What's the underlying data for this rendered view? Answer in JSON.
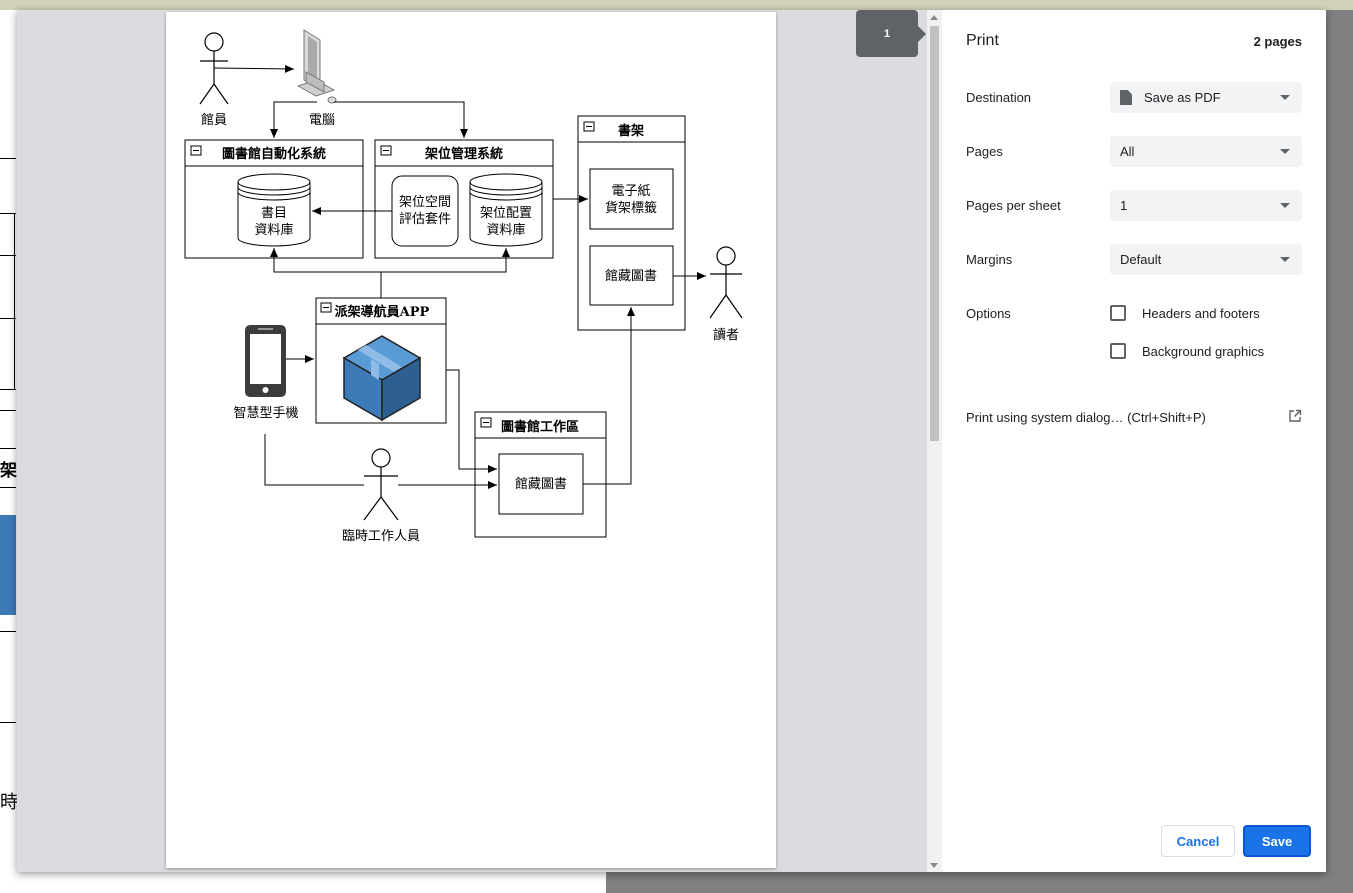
{
  "print": {
    "title": "Print",
    "page_count": "2 pages",
    "page_badge": "1",
    "destination": {
      "label": "Destination",
      "value": "Save as PDF"
    },
    "pages": {
      "label": "Pages",
      "value": "All"
    },
    "pages_per_sheet": {
      "label": "Pages per sheet",
      "value": "1"
    },
    "margins": {
      "label": "Margins",
      "value": "Default"
    },
    "options": {
      "label": "Options",
      "headers_footers": {
        "label": "Headers and footers",
        "checked": false
      },
      "background_graphics": {
        "label": "Background graphics",
        "checked": false
      }
    },
    "system_dialog": "Print using system dialog… (Ctrl+Shift+P)",
    "cancel": "Cancel",
    "save": "Save"
  },
  "diagram": {
    "librarian": "館員",
    "computer": "電腦",
    "library_system": "圖書館自動化系統",
    "book_db_1": "書目",
    "book_db_2": "資料庫",
    "shelf_mgmt": "架位管理系統",
    "shelf_space_1": "架位空間",
    "shelf_space_2": "評估套件",
    "shelf_config_1": "架位配置",
    "shelf_config_2": "資料庫",
    "bookshelf": "書架",
    "epaper_1": "電子紙",
    "epaper_2": "貨架標籤",
    "collection_books": "館藏圖書",
    "reader": "讀者",
    "app_title": "派架導航員APP",
    "smartphone": "智慧型手機",
    "workspace": "圖書館工作區",
    "workspace_books": "館藏圖書",
    "temp_staff": "臨時工作人員"
  },
  "background": {
    "fragment_1": "架",
    "fragment_2": "時"
  },
  "colors": {
    "accent": "#1a73e8",
    "box_front": "#3d7ab8",
    "box_top": "#5b9bd5",
    "box_side": "#2e5f91"
  }
}
